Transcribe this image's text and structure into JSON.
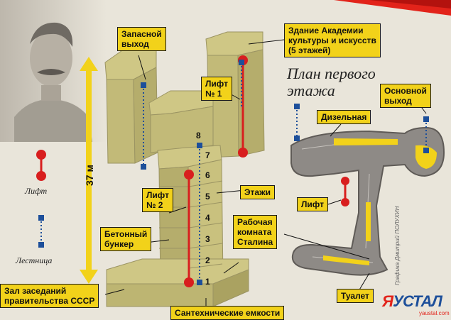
{
  "title": {
    "line1": "План первого",
    "line2": "этажа"
  },
  "dimension": "37 м",
  "legend": {
    "lift": "Лифт",
    "stair": "Лестница"
  },
  "floor_numbers": [
    "1",
    "2",
    "3",
    "4",
    "5",
    "6",
    "7",
    "8"
  ],
  "callouts": {
    "reserve_exit": {
      "line1": "Запасной",
      "line2": "выход"
    },
    "academy": {
      "line1": "Здание Академии",
      "line2": "культуры и искусств",
      "line3": "(5 этажей)"
    },
    "lift1": {
      "line1": "Лифт",
      "line2": "№ 1"
    },
    "main_exit": {
      "line1": "Основной",
      "line2": "выход"
    },
    "diesel": "Дизельная",
    "lift2": {
      "line1": "Лифт",
      "line2": "№ 2"
    },
    "floors": "Этажи",
    "lift_plan": "Лифт",
    "bunker": {
      "line1": "Бетонный",
      "line2": "бункер"
    },
    "stalin_room": {
      "line1": "Рабочая",
      "line2": "комната",
      "line3": "Сталина"
    },
    "hall": {
      "line1": "Зал заседаний",
      "line2": "правительства СССР"
    },
    "toilet": "Туалет",
    "tanks": "Сантехнические емкости"
  },
  "credit": "Графика Дмитрий ПОЛУХИН",
  "logo": {
    "part1": "Я",
    "part2": "УСТАЛ",
    "site": "yaustal.com"
  },
  "colors": {
    "callout": "#f2d21a",
    "building": "#cfc785",
    "lift": "#d81e1e",
    "stair": "#1d4f9a",
    "plan": "#8e8a86",
    "accent_red": "#e2231a"
  }
}
